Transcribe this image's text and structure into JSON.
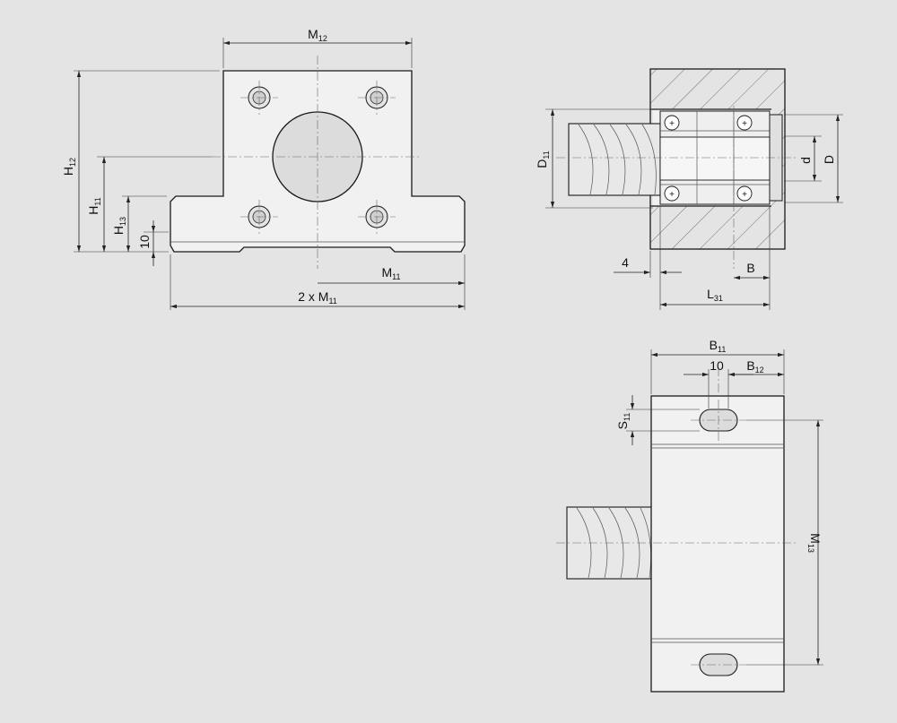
{
  "diagram": {
    "background": "#e4e4e4",
    "part_fill": "#f1f1f1",
    "line_color": "#1a1a1a",
    "front_view": {
      "dim_width_top": {
        "base": "M",
        "sub": "12"
      },
      "dim_height_total": {
        "base": "H",
        "sub": "12"
      },
      "dim_height_center": {
        "base": "H",
        "sub": "11"
      },
      "dim_height_foot": {
        "base": "H",
        "sub": "13"
      },
      "dim_foot_ten": "10",
      "dim_half_width": {
        "base": "M",
        "sub": "11"
      },
      "dim_full_width": {
        "base": "2 x M",
        "sub": "11"
      }
    },
    "section_view": {
      "dim_spindle_dia": {
        "base": "D",
        "sub": "11"
      },
      "dim_bore": "d",
      "dim_outer": "D",
      "dim_offset": "4",
      "dim_bearing_width": "B",
      "dim_length": {
        "base": "L",
        "sub": "31"
      }
    },
    "top_view": {
      "dim_width": {
        "base": "B",
        "sub": "11"
      },
      "dim_slot_width": "10",
      "dim_slot_offset": {
        "base": "B",
        "sub": "12"
      },
      "dim_slot_height": {
        "base": "S",
        "sub": "11"
      },
      "dim_slot_pitch": {
        "base": "M",
        "sub": "13"
      }
    }
  }
}
